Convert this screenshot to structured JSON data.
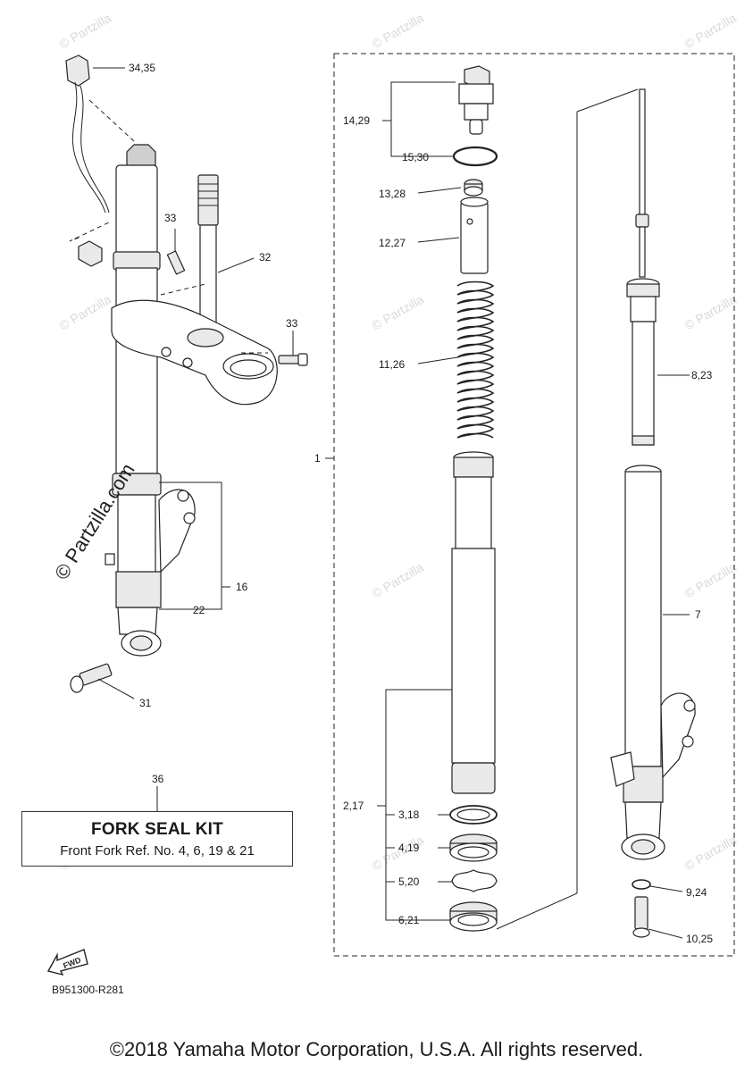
{
  "callouts": {
    "c34_35": "34,35",
    "c33a": "33",
    "c32": "32",
    "c33b": "33",
    "c16": "16",
    "c22": "22",
    "c31": "31",
    "c36": "36",
    "c14_29": "14,29",
    "c15_30": "15,30",
    "c13_28": "13,28",
    "c12_27": "12,27",
    "c11_26": "11,26",
    "c1": "1",
    "c8_23": "8,23",
    "c7": "7",
    "c2_17": "2,17",
    "c3_18": "3,18",
    "c4_19": "4,19",
    "c5_20": "5,20",
    "c6_21": "6,21",
    "c9_24": "9,24",
    "c10_25": "10,25"
  },
  "kit": {
    "title": "FORK SEAL KIT",
    "subtitle": "Front Fork Ref. No. 4, 6, 19 & 21"
  },
  "diagram_code": "B951300-R281",
  "copyright": "©2018 Yamaha Motor Corporation, U.S.A. All rights reserved.",
  "watermark": "© Partzilla.com",
  "fwd_label": "FWD"
}
